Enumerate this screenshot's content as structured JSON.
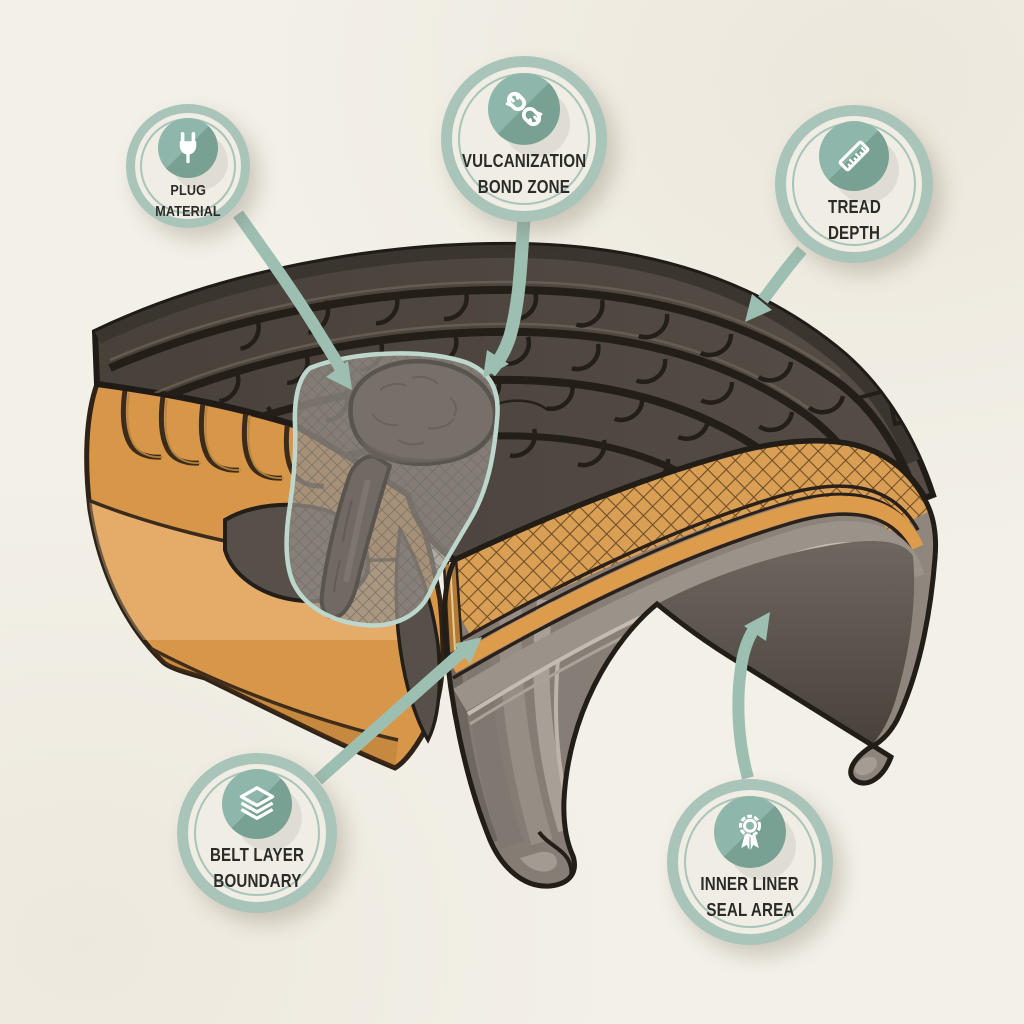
{
  "figure": {
    "type": "tire-repair-cutaway-infographic",
    "palette": {
      "bg": "#f3f0e8",
      "ring": "#a9c4b9",
      "face": "#efede4",
      "icon-teal": "#8ab1a5",
      "arrow": "#9dbfb2",
      "label": "#2d2b28",
      "tread": "#4e4740",
      "sidewall-orange": "#d89649",
      "belt-tan": "#d9a055",
      "casing-gray": "#8d857c",
      "cavity-dark": "#554f48",
      "plug-dark": "#4a443d",
      "mesh-outline": "#bdd7cd"
    },
    "callouts": [
      {
        "id": "plug-material",
        "icon": "plug-icon",
        "line1": "PLUG",
        "line2": "MATERIAL"
      },
      {
        "id": "vulcanization-bond-zone",
        "icon": "broken-link-icon",
        "line1": "VULCANIZATION",
        "line2": "BOND ZONE"
      },
      {
        "id": "tread-depth",
        "icon": "ruler-icon",
        "line1": "TREAD",
        "line2": "DEPTH"
      },
      {
        "id": "belt-layer-boundary",
        "icon": "layers-icon",
        "line1": "BELT LAYER",
        "line2": "BOUNDARY"
      },
      {
        "id": "inner-liner-seal-area",
        "icon": "ribbon-icon",
        "line1": "INNER LINER",
        "line2": "SEAL AREA"
      }
    ]
  }
}
